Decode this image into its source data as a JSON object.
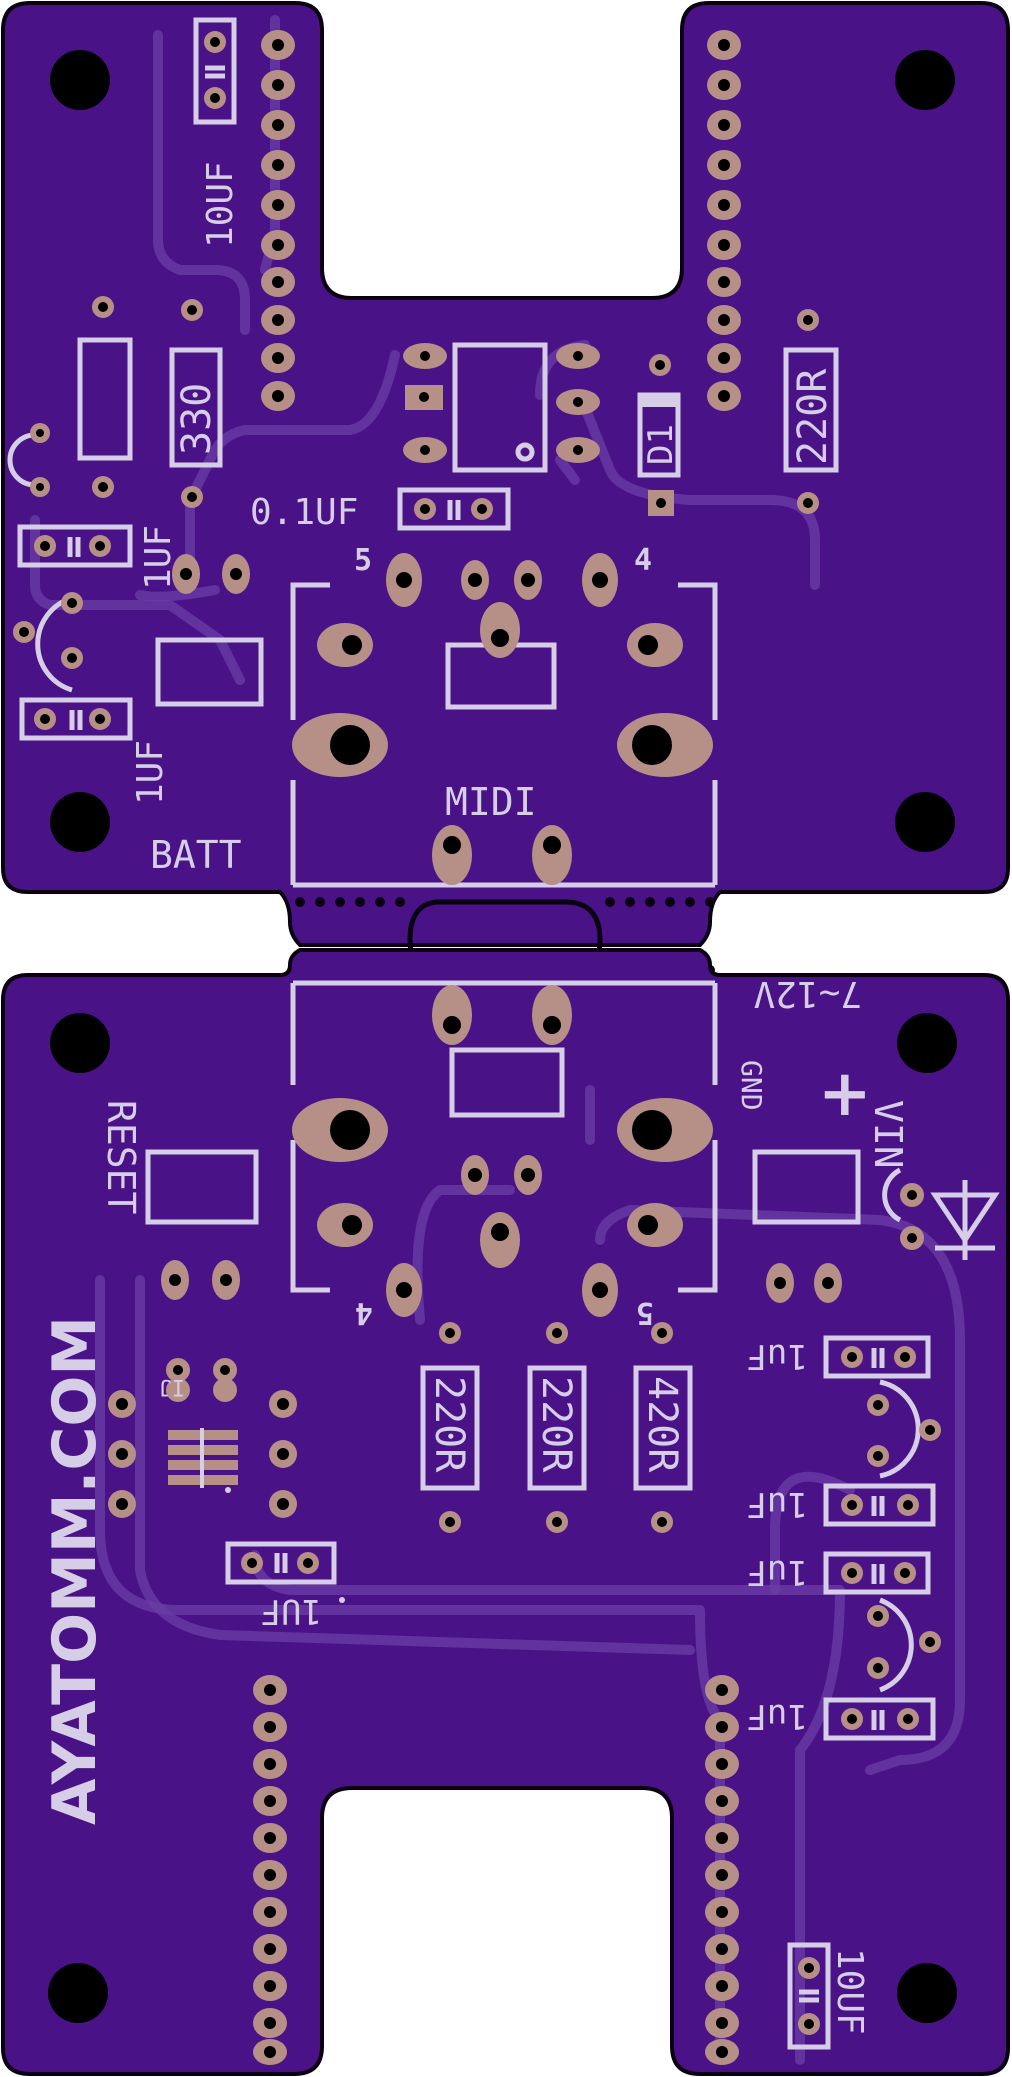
{
  "board": {
    "colors": {
      "substrate": "#4a1287",
      "silkscreen": "#d6cde6",
      "copper_pad": "#b68f86",
      "drill_hole": "#000000",
      "background": "#ffffff"
    },
    "top_half": {
      "labels": {
        "cap_10uf": "10UF",
        "res_330": "330",
        "cap_01uf": "0.1UF",
        "diode": "D1",
        "res_220r": "220R",
        "cap_1uf_a": "1UF",
        "cap_1uf_b": "1UF",
        "pin_5": "5",
        "pin_4": "4",
        "midi": "MIDI",
        "batt": "BATT"
      }
    },
    "bottom_half": {
      "labels": {
        "voltage": "7~12V",
        "gnd": "GND",
        "plus": "+",
        "vin": "VIN",
        "reset": "RESET",
        "pin_4": "4",
        "pin_5": "5",
        "res_a": "220R",
        "res_b": "220R",
        "res_c": "420R",
        "cap_1": "1uF",
        "cap_2": "1uF",
        "cap_3": "1uF",
        "cap_4": "1uF",
        "cap_bottom": "1UF",
        "cap_10uf": "10UF",
        "ic": "IJ",
        "website": "AYATOMM.COM"
      }
    }
  }
}
